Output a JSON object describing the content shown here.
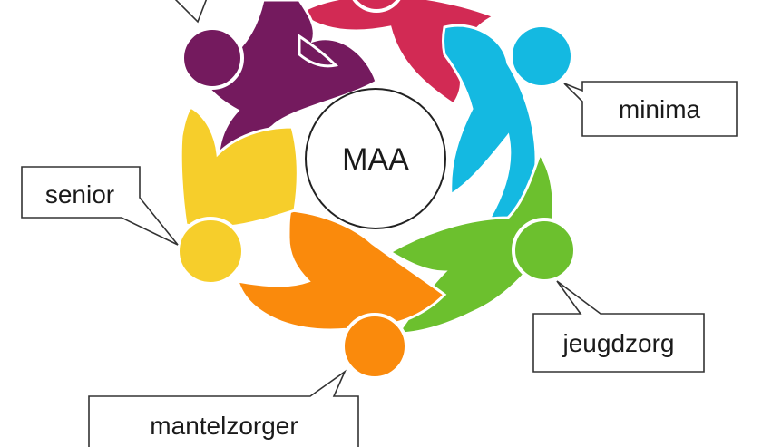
{
  "diagram": {
    "center_label": "MAA",
    "callouts": {
      "minima": "minima",
      "senior": "senior",
      "jeugdzorg": "jeugdzorg",
      "mantelzorger": "mantelzorger"
    },
    "colors": {
      "purple": "#741A5E",
      "red": "#D22A54",
      "cyan": "#14B9E1",
      "green": "#6CC02E",
      "orange": "#FA8A0C",
      "yellow": "#F6CE2B"
    }
  }
}
